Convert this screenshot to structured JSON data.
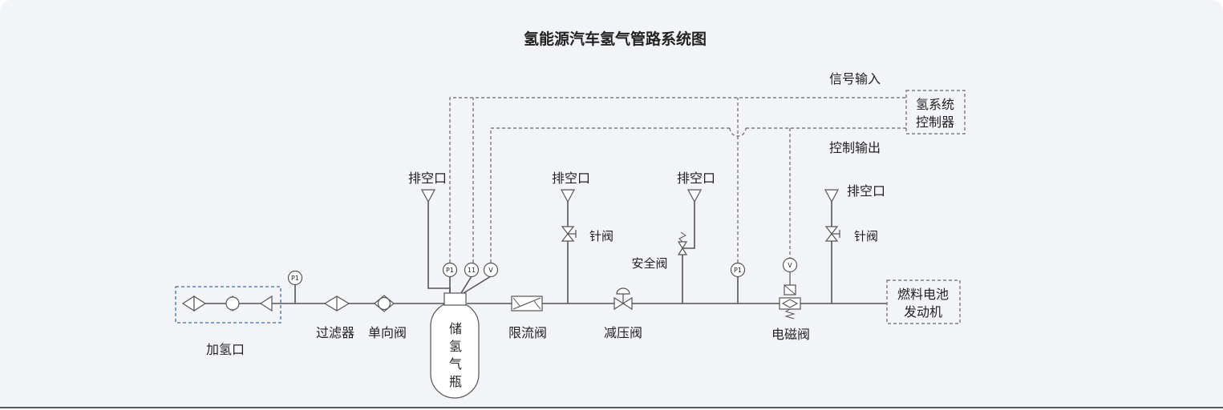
{
  "title": "氢能源汽车氢气管路系统图",
  "labels": {
    "fill_port": "加氢口",
    "filter": "过滤器",
    "check_valve": "单向阀",
    "tank": [
      "储",
      "氢",
      "气",
      "瓶"
    ],
    "flow_limit_valve": "限流阀",
    "pressure_reducer": "减压阀",
    "solenoid_valve": "电磁阀",
    "fuel_cell": [
      "燃料电池",
      "发动机"
    ],
    "controller": [
      "氢系统",
      "控制器"
    ],
    "signal_in": "信号输入",
    "control_out": "控制输出",
    "vent_1": "排空口",
    "vent_2": "排空口",
    "vent_3": "排空口",
    "vent_4": "排空口",
    "needle_valve_1": "针阀",
    "needle_valve_2": "针阀",
    "safety_valve": "安全阀"
  },
  "gauges": {
    "fill_pressure": "P1",
    "tank_pressure": "P1",
    "tank_temp": "11",
    "tank_valve": "V",
    "line_pressure": "P1",
    "solenoid_valve": "V"
  },
  "colors": {
    "pipe": "#555555",
    "fill_port_box": "#3a6ea5"
  }
}
